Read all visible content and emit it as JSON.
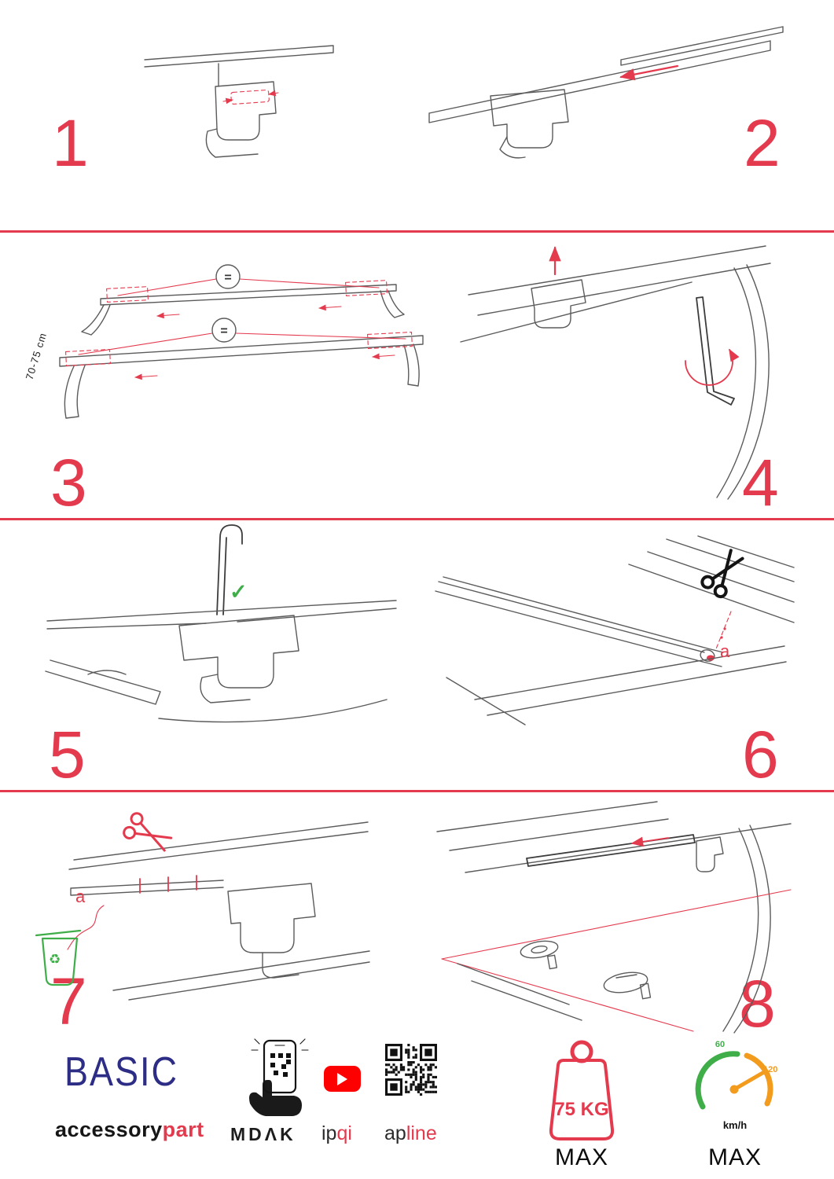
{
  "steps": [
    "1",
    "2",
    "3",
    "4",
    "5",
    "6",
    "7",
    "8"
  ],
  "labels": {
    "dimension": "70-75 cm",
    "equals": "=",
    "letter_a": "a",
    "check": "✓",
    "recycle": "♻"
  },
  "footer": {
    "brand": "BASIC",
    "brand_sub": {
      "black": "accessory",
      "red": "part"
    },
    "partner_1": "MDΛK",
    "partner_2": {
      "black": "ip",
      "red": "qi"
    },
    "partner_3": {
      "black": "ap",
      "red": "line"
    },
    "weight_limit": {
      "value": "75 KG",
      "max": "MAX"
    },
    "speed_limit": {
      "low": "60",
      "high": "120",
      "unit": "km/h",
      "max": "MAX"
    }
  },
  "colors": {
    "accent_red": "#e43a4e",
    "brand_blue": "#2d2d86",
    "green": "#3fae49",
    "orange": "#f39b1d",
    "youtube_red": "#ff0000",
    "line_gray": "#5b5b5b"
  }
}
